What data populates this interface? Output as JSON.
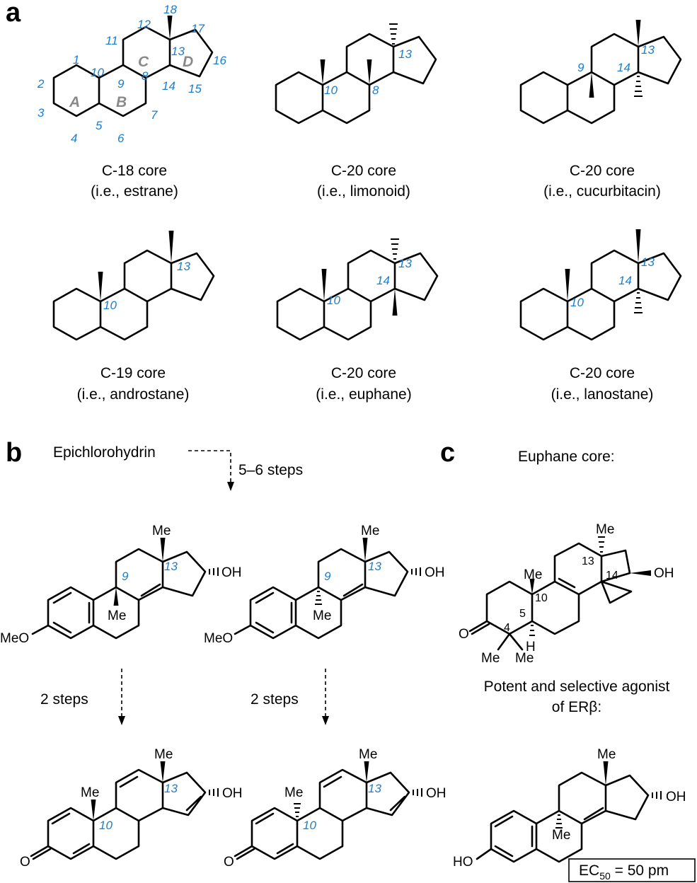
{
  "panels": {
    "a": "a",
    "b": "b",
    "c": "c"
  },
  "panel_a": {
    "ring_letters": [
      "A",
      "B",
      "C",
      "D"
    ],
    "estrane_numbers": [
      "1",
      "2",
      "3",
      "4",
      "5",
      "6",
      "7",
      "8",
      "9",
      "10",
      "11",
      "12",
      "13",
      "14",
      "15",
      "16",
      "17",
      "18"
    ],
    "captions": [
      {
        "core": "C-18 core",
        "name": "(i.e., estrane)"
      },
      {
        "core": "C-20 core",
        "name": "(i.e., limonoid)"
      },
      {
        "core": "C-20 core",
        "name": "(i.e., cucurbitacin)"
      },
      {
        "core": "C-19 core",
        "name": "(i.e., androstane)"
      },
      {
        "core": "C-20 core",
        "name": "(i.e., euphane)"
      },
      {
        "core": "C-20 core",
        "name": "(i.e., lanostane)"
      }
    ],
    "labels": {
      "n8": "8",
      "n9": "9",
      "n10": "10",
      "n13": "13",
      "n14": "14"
    }
  },
  "panel_b": {
    "start": "Epichlorohydrin",
    "steps_first": "5–6 steps",
    "steps_second": "2 steps",
    "steps_third": "2 steps",
    "me": "Me",
    "oh": "OH",
    "meo": "MeO",
    "o": "O",
    "n9": "9",
    "n10": "10",
    "n13": "13"
  },
  "panel_c": {
    "title": "Euphane core:",
    "agonist_line1": "Potent and selective agonist",
    "agonist_line2": "of ERβ:",
    "ec50_main": "EC",
    "ec50_sub": "50",
    "ec50_value": " = 50 pm",
    "me": "Me",
    "oh": "OH",
    "ho": "HO",
    "o": "O",
    "h": "H",
    "n4": "4",
    "n5": "5",
    "n10": "10",
    "n13": "13",
    "n14": "14"
  },
  "colors": {
    "atom_numbering": "#1a7fcf",
    "ring_letters": "#8a8a8a",
    "bonds": "#000000"
  }
}
